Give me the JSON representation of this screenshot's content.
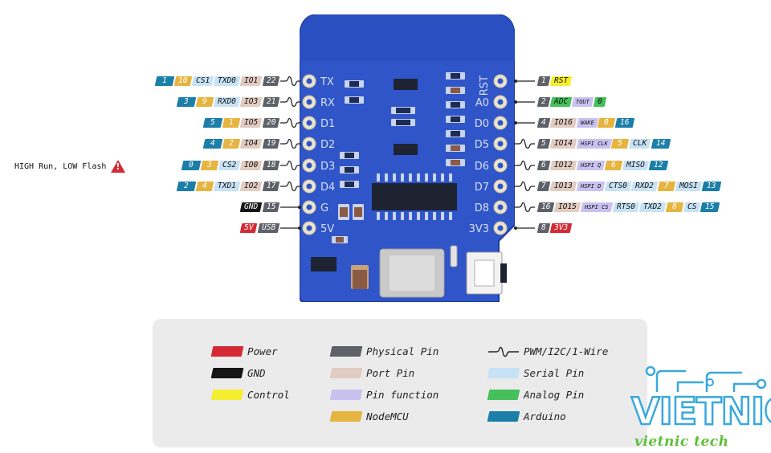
{
  "colors": {
    "power": "#d42a35",
    "gnd": "#151515",
    "control": "#f5ee2e",
    "physical": "#5e6167",
    "port": "#e2cbc1",
    "function": "#c9c1ef",
    "nodemcu": "#e6b440",
    "serial": "#c7e2f4",
    "analog": "#46c05a",
    "arduino": "#1b7fa8",
    "board": "#2f55c8"
  },
  "board": {
    "left_labels": [
      "TX",
      "RX",
      "D1",
      "D2",
      "D3",
      "D4",
      "G",
      "5V"
    ],
    "right_labels": [
      "RST",
      "A0",
      "D0",
      "D5",
      "D6",
      "D7",
      "D8",
      "3V3"
    ]
  },
  "note": "HIGH Run, LOW Flash",
  "left_rows": [
    {
      "pin": "TX",
      "pwm": true,
      "tags": [
        {
          "t": "ard",
          "v": "1"
        },
        {
          "t": "mcu",
          "v": "10"
        },
        {
          "t": "ser",
          "v": "CS1"
        },
        {
          "t": "ser",
          "v": "TXD0"
        },
        {
          "t": "port",
          "v": "IO1"
        },
        {
          "t": "phys",
          "v": "22"
        }
      ]
    },
    {
      "pin": "RX",
      "pwm": true,
      "tags": [
        {
          "t": "ard",
          "v": "3"
        },
        {
          "t": "mcu",
          "v": "9"
        },
        {
          "t": "ser",
          "v": "RXD0"
        },
        {
          "t": "port",
          "v": "IO3"
        },
        {
          "t": "phys",
          "v": "21"
        }
      ]
    },
    {
      "pin": "D1",
      "pwm": true,
      "tags": [
        {
          "t": "ard",
          "v": "5"
        },
        {
          "t": "mcu",
          "v": "1"
        },
        {
          "t": "port",
          "v": "IO5"
        },
        {
          "t": "phys",
          "v": "20"
        }
      ]
    },
    {
      "pin": "D2",
      "pwm": true,
      "tags": [
        {
          "t": "ard",
          "v": "4"
        },
        {
          "t": "mcu",
          "v": "2"
        },
        {
          "t": "port",
          "v": "IO4"
        },
        {
          "t": "phys",
          "v": "19"
        }
      ]
    },
    {
      "pin": "D3",
      "pwm": true,
      "tags": [
        {
          "t": "ard",
          "v": "0"
        },
        {
          "t": "mcu",
          "v": "3"
        },
        {
          "t": "ser",
          "v": "CS2"
        },
        {
          "t": "port",
          "v": "IO0"
        },
        {
          "t": "phys",
          "v": "18"
        }
      ]
    },
    {
      "pin": "D4",
      "pwm": true,
      "tags": [
        {
          "t": "ard",
          "v": "2"
        },
        {
          "t": "mcu",
          "v": "4"
        },
        {
          "t": "ser",
          "v": "TXD1"
        },
        {
          "t": "port",
          "v": "IO2"
        },
        {
          "t": "phys",
          "v": "17"
        }
      ]
    },
    {
      "pin": "G",
      "pwm": false,
      "tags": [
        {
          "t": "gnd",
          "v": "GND"
        },
        {
          "t": "phys",
          "v": "15"
        }
      ]
    },
    {
      "pin": "5V",
      "pwm": false,
      "tags": [
        {
          "t": "pwr",
          "v": "5V"
        },
        {
          "t": "usb",
          "v": "USB"
        }
      ]
    }
  ],
  "right_rows": [
    {
      "pin": "RST",
      "pwm": false,
      "tags": [
        {
          "t": "phys",
          "v": "1"
        },
        {
          "t": "ctl",
          "v": "RST"
        }
      ]
    },
    {
      "pin": "A0",
      "pwm": false,
      "tags": [
        {
          "t": "phys",
          "v": "2"
        },
        {
          "t": "ana",
          "v": "ADC"
        },
        {
          "t": "func",
          "v": "TOUT"
        },
        {
          "t": "ana",
          "v": "0"
        }
      ]
    },
    {
      "pin": "D0",
      "pwm": false,
      "tags": [
        {
          "t": "phys",
          "v": "4"
        },
        {
          "t": "port",
          "v": "IO16"
        },
        {
          "t": "func",
          "v": "WAKE"
        },
        {
          "t": "mcu",
          "v": "0"
        },
        {
          "t": "ard",
          "v": "16"
        }
      ]
    },
    {
      "pin": "D5",
      "pwm": true,
      "tags": [
        {
          "t": "phys",
          "v": "5"
        },
        {
          "t": "port",
          "v": "IO14"
        },
        {
          "t": "func",
          "v": "HSPI CLK"
        },
        {
          "t": "mcu",
          "v": "5"
        },
        {
          "t": "ser",
          "v": "CLK"
        },
        {
          "t": "ard",
          "v": "14"
        }
      ]
    },
    {
      "pin": "D6",
      "pwm": true,
      "tags": [
        {
          "t": "phys",
          "v": "6"
        },
        {
          "t": "port",
          "v": "IO12"
        },
        {
          "t": "func",
          "v": "HSPI Q"
        },
        {
          "t": "mcu",
          "v": "6"
        },
        {
          "t": "ser",
          "v": "MISO"
        },
        {
          "t": "ard",
          "v": "12"
        }
      ]
    },
    {
      "pin": "D7",
      "pwm": true,
      "tags": [
        {
          "t": "phys",
          "v": "7"
        },
        {
          "t": "port",
          "v": "IO13"
        },
        {
          "t": "func",
          "v": "HSPI D"
        },
        {
          "t": "ser",
          "v": "CTS0"
        },
        {
          "t": "ser",
          "v": "RXD2"
        },
        {
          "t": "mcu",
          "v": "7"
        },
        {
          "t": "ser",
          "v": "MOSI"
        },
        {
          "t": "ard",
          "v": "13"
        }
      ]
    },
    {
      "pin": "D8",
      "pwm": true,
      "tags": [
        {
          "t": "phys",
          "v": "16"
        },
        {
          "t": "port",
          "v": "IO15"
        },
        {
          "t": "func",
          "v": "HSPI CS"
        },
        {
          "t": "ser",
          "v": "RTS0"
        },
        {
          "t": "ser",
          "v": "TXD2"
        },
        {
          "t": "mcu",
          "v": "8"
        },
        {
          "t": "ser",
          "v": "CS"
        },
        {
          "t": "ard",
          "v": "15"
        }
      ]
    },
    {
      "pin": "3V3",
      "pwm": false,
      "tags": [
        {
          "t": "phys",
          "v": "8"
        },
        {
          "t": "pwr",
          "v": "3V3"
        }
      ]
    }
  ],
  "legend": [
    {
      "label": "Power",
      "color_key": "power"
    },
    {
      "label": "GND",
      "color_key": "gnd"
    },
    {
      "label": "Control",
      "color_key": "control"
    },
    {
      "label": "Physical Pin",
      "color_key": "physical"
    },
    {
      "label": "Port Pin",
      "color_key": "port"
    },
    {
      "label": "Pin function",
      "color_key": "function"
    },
    {
      "label": "NodeMCU",
      "color_key": "nodemcu"
    },
    {
      "label": "PWM/I2C/1-Wire",
      "color_key": "wave"
    },
    {
      "label": "Serial Pin",
      "color_key": "serial"
    },
    {
      "label": "Analog Pin",
      "color_key": "analog"
    },
    {
      "label": "Arduino",
      "color_key": "arduino"
    }
  ],
  "logo": {
    "brand": "VIETNIC",
    "tagline": "vietnic tech"
  }
}
